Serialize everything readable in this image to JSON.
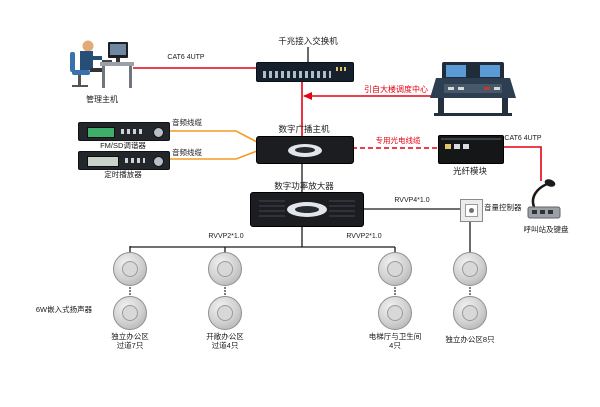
{
  "devices": {
    "management_host": {
      "label": "管理主机"
    },
    "switch": {
      "label": "千兆接入交换机"
    },
    "dispatch_note": {
      "label": "引自大楼调度中心"
    },
    "fm_tuner": {
      "label": "FM/SD调谐器"
    },
    "timed_player": {
      "label": "定时播放器"
    },
    "broadcast_host": {
      "label": "数字广播主机"
    },
    "fiber_module": {
      "label": "光纤模块"
    },
    "call_station": {
      "label": "呼叫站及键盘"
    },
    "amplifier": {
      "label": "数字功率放大器"
    },
    "volume_controller": {
      "label": "音量控制器"
    },
    "speaker_type": {
      "label": "6W嵌入式扬声器"
    }
  },
  "cables": {
    "cat6_host_switch": "CAT6 4UTP",
    "audio_cable_1": "音频线缆",
    "audio_cable_2": "音频线缆",
    "optical_cable": "专用光电线缆",
    "cat6_fiber": "CAT6 4UTP",
    "rvvp4": "RVVP4*1.0",
    "rvvp2_left": "RVVP2*1.0",
    "rvvp2_right": "RVVP2*1.0"
  },
  "zones": [
    {
      "line1": "独立办公区",
      "line2": "过道7只"
    },
    {
      "line1": "开敞办公区",
      "line2": "过道4只"
    },
    {
      "line1": "电梯厅与卫生间",
      "line2": "4只"
    },
    {
      "line1": "独立办公区8只",
      "line2": ""
    }
  ],
  "colors": {
    "network_line": "#e60012",
    "audio_line": "#f59a23",
    "speaker_line": "#1a1a1a"
  }
}
